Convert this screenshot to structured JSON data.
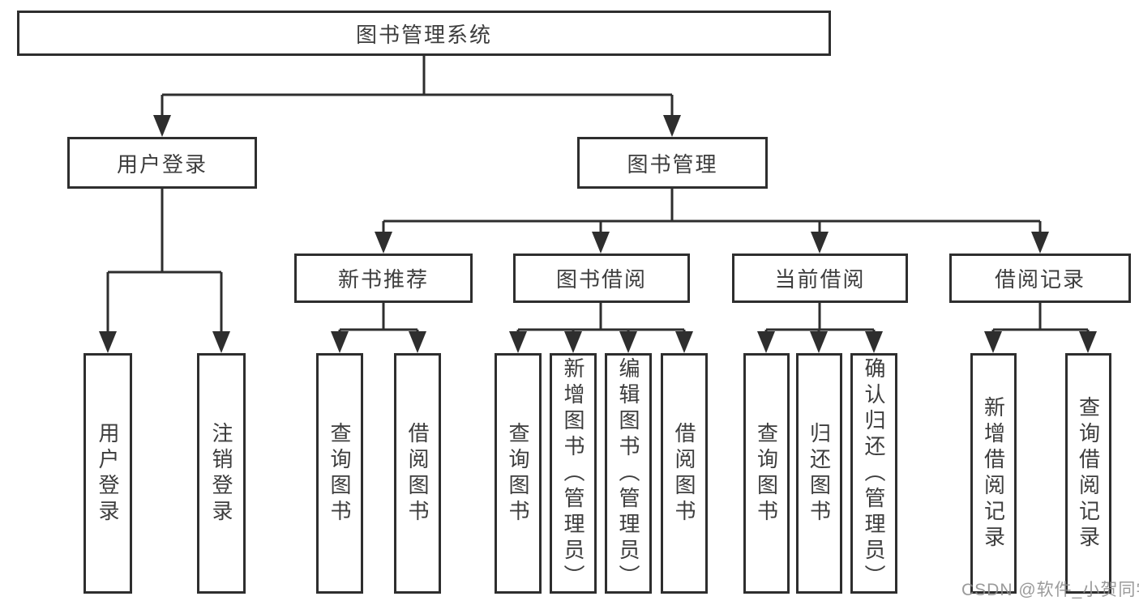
{
  "colors": {
    "line": "#2e2e2e",
    "text": "#3d3d3d",
    "watermark": "#8c8c8c",
    "background": "#ffffff"
  },
  "watermark": {
    "text": "CSDN @软件_小贺同学"
  },
  "tree": {
    "root": "图书管理系统",
    "branches": {
      "user_login": "用户登录",
      "book_management": "图书管理",
      "new_book_recommend": "新书推荐",
      "book_borrowing": "图书借阅",
      "current_borrowing": "当前借阅",
      "borrowing_records": "借阅记录"
    },
    "leaves": {
      "user_login": "用户登录",
      "logout": "注销登录",
      "nb_query_books": "查询图书",
      "nb_borrow_books": "借阅图书",
      "bb_query_books": "查询图书",
      "bb_add_books": "新增图书（管理员）",
      "bb_edit_books": "编辑图书（管理员）",
      "bb_borrow_books": "借阅图书",
      "cb_query_books": "查询图书",
      "cb_return_books": "归还图书",
      "cb_confirm_return": "确认归还（管理员）",
      "br_add_record": "新增借阅记录",
      "br_query_record": "查询借阅记录"
    }
  }
}
